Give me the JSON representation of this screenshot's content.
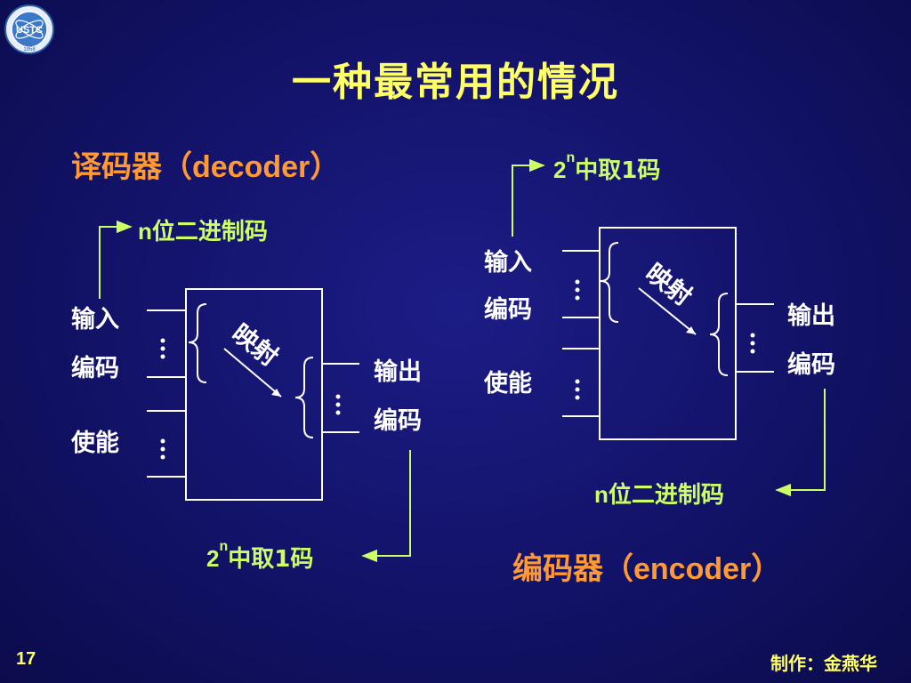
{
  "colors": {
    "background": "#14146e",
    "title": "#ffff66",
    "heading": "#ff9933",
    "label": "#ffffff",
    "green": "#ccff66",
    "line": "#ffffff",
    "arrow": "#ccff66"
  },
  "title": "一种最常用的情况",
  "decoder": {
    "heading_cn": "译码器（",
    "heading_en": "decoder",
    "heading_close": "）",
    "input_bits_n": "n",
    "input_bits_text": "位二进制码",
    "input_code": [
      "输入",
      "编码"
    ],
    "enable": "使能",
    "mapping": "映射",
    "output_code": [
      "输出",
      "编码"
    ],
    "output_base": "2",
    "output_exp": "n",
    "output_text": "中取1码"
  },
  "encoder": {
    "heading_cn": "编码器（",
    "heading_en": "encoder",
    "heading_close": "）",
    "input_base": "2",
    "input_exp": "n",
    "input_text": "中取1码",
    "input_code": [
      "输入",
      "编码"
    ],
    "enable": "使能",
    "mapping": "映射",
    "output_code": [
      "输出",
      "编码"
    ],
    "output_bits_n": "n",
    "output_bits_text": "位二进制码"
  },
  "footer": {
    "page": "17",
    "author": "制作：金燕华"
  },
  "logo": {
    "text": "USTC",
    "year": "1958"
  }
}
